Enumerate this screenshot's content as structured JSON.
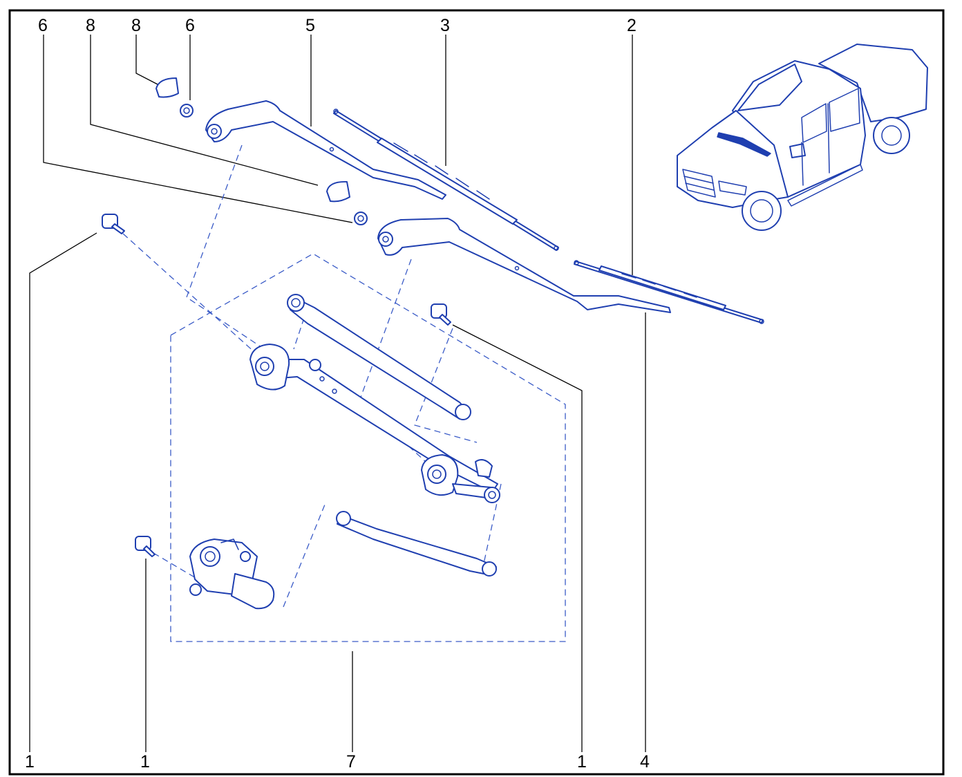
{
  "diagram": {
    "callouts": {
      "c6a": "6",
      "c8a": "8",
      "c8b": "8",
      "c6b": "6",
      "c5": "5",
      "c3": "3",
      "c2": "2",
      "c1a": "1",
      "c1b": "1",
      "c7": "7",
      "c1c": "1",
      "c4": "4"
    },
    "colors": {
      "line_art": "#1f3fb0",
      "leader": "#000000",
      "background": "#ffffff"
    }
  }
}
